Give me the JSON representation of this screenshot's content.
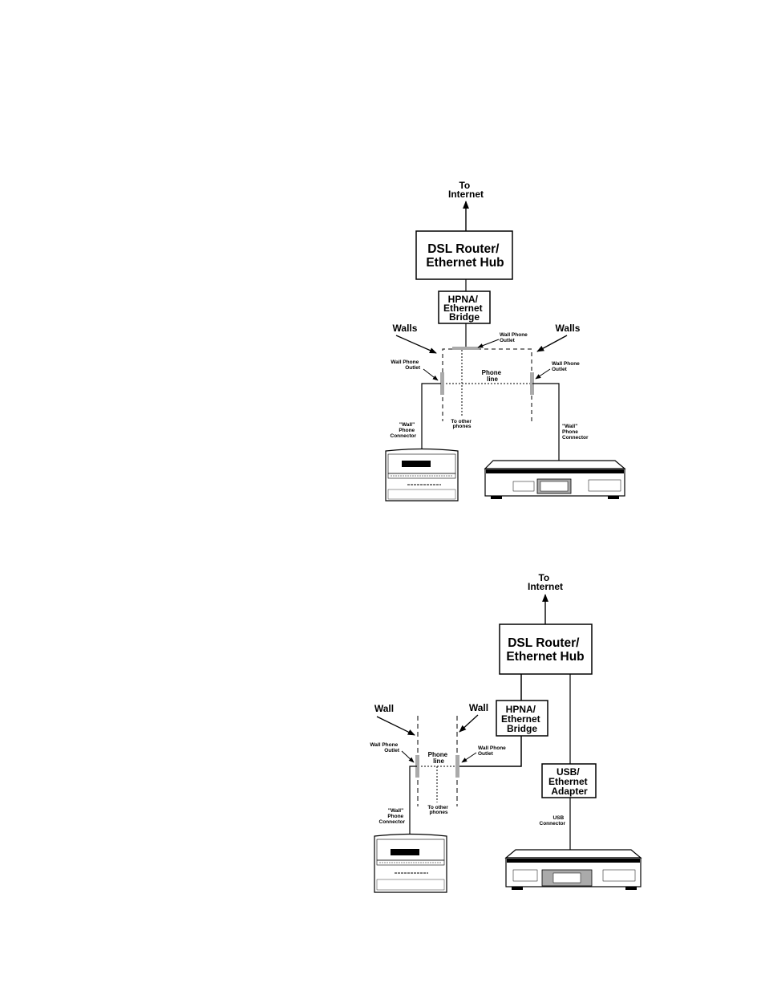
{
  "diagram1": {
    "to_internet": [
      "To",
      "Internet"
    ],
    "router": [
      "DSL Router/",
      "Ethernet Hub"
    ],
    "bridge": [
      "HPNA/",
      "Ethernet",
      "Bridge"
    ],
    "walls_left": "Walls",
    "walls_right": "Walls",
    "wall_outlet_top": [
      "Wall Phone",
      "Outlet"
    ],
    "wall_outlet_left": [
      "Wall Phone",
      "Outlet"
    ],
    "wall_outlet_right": [
      "Wall Phone",
      "Outlet"
    ],
    "phone_line": [
      "Phone",
      "line"
    ],
    "to_other_phones": [
      "To other",
      "phones"
    ],
    "connector_left": [
      "\"Wall\"",
      "Phone",
      "Connector"
    ],
    "connector_right": [
      "\"Wall\"",
      "Phone",
      "Connector"
    ]
  },
  "diagram2": {
    "to_internet": [
      "To",
      "Internet"
    ],
    "router": [
      "DSL Router/",
      "Ethernet Hub"
    ],
    "bridge": [
      "HPNA/",
      "Ethernet",
      "Bridge"
    ],
    "usb_adapter": [
      "USB/",
      "Ethernet",
      "Adapter"
    ],
    "usb_connector": [
      "USB",
      "Connector"
    ],
    "wall_left": "Wall",
    "wall_right": "Wall",
    "wall_outlet_left": [
      "Wall Phone",
      "Outlet"
    ],
    "wall_outlet_right": [
      "Wall Phone",
      "Outlet"
    ],
    "phone_line": [
      "Phone",
      "line"
    ],
    "to_other_phones": [
      "To other",
      "phones"
    ],
    "connector_left": [
      "\"Wall\"",
      "Phone",
      "Connector"
    ]
  },
  "colors": {
    "ink": "#000000",
    "outlet": "#aaaaaa",
    "paper": "#ffffff"
  }
}
